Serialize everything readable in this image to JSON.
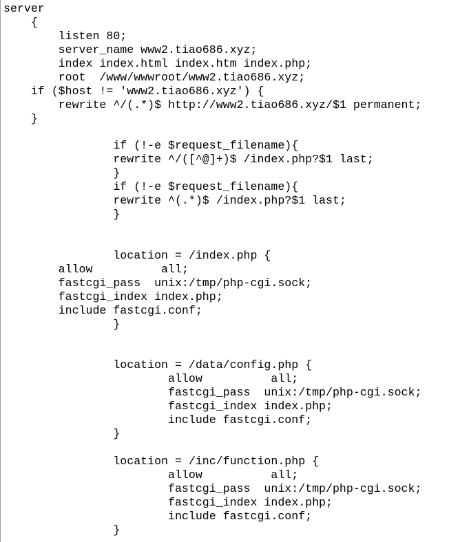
{
  "lines": [
    "server",
    "    {",
    "        listen 80;",
    "        server_name www2.tiao686.xyz;",
    "        index index.html index.htm index.php;",
    "        root  /www/wwwroot/www2.tiao686.xyz;",
    "    if ($host != 'www2.tiao686.xyz') {",
    "        rewrite ^/(.*)$ http://www2.tiao686.xyz/$1 permanent;",
    "    }",
    "",
    "                if (!-e $request_filename){",
    "                rewrite ^/([^@]+)$ /index.php?$1 last;",
    "                }",
    "                if (!-e $request_filename){",
    "                rewrite ^(.*)$ /index.php?$1 last;",
    "                }",
    "",
    "",
    "                location = /index.php {",
    "        allow          all;",
    "        fastcgi_pass  unix:/tmp/php-cgi.sock;",
    "        fastcgi_index index.php;",
    "        include fastcgi.conf;",
    "                }",
    "",
    "",
    "                location = /data/config.php {",
    "                        allow          all;",
    "                        fastcgi_pass  unix:/tmp/php-cgi.sock;",
    "                        fastcgi_index index.php;",
    "                        include fastcgi.conf;",
    "                }",
    "",
    "                location = /inc/function.php {",
    "                        allow          all;",
    "                        fastcgi_pass  unix:/tmp/php-cgi.sock;",
    "                        fastcgi_index index.php;",
    "                        include fastcgi.conf;",
    "                }"
  ]
}
